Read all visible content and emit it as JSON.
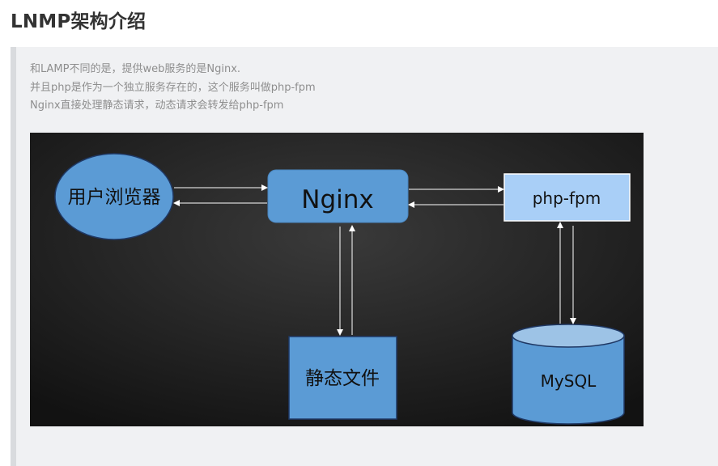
{
  "page": {
    "title": "LNMP架构介绍"
  },
  "intro": {
    "lines": [
      "和LAMP不同的是，提供web服务的是Nginx.",
      "并且php是作为一个独立服务存在的，这个服务叫做php-fpm",
      "Nginx直接处理静态请求，动态请求会转发给php-fpm"
    ]
  },
  "diagram": {
    "nodes": {
      "browser": "用户浏览器",
      "nginx": "Nginx",
      "phpfpm": "php-fpm",
      "static": "静态文件",
      "mysql": "MySQL"
    },
    "colors": {
      "background_top": "#343434",
      "background_bottom": "#141414",
      "node_blue": "#5b9bd5",
      "phpfpm_fill": "#a9cff7",
      "mysql_top": "#9dc3e6",
      "arrow": "#ffffff"
    }
  }
}
